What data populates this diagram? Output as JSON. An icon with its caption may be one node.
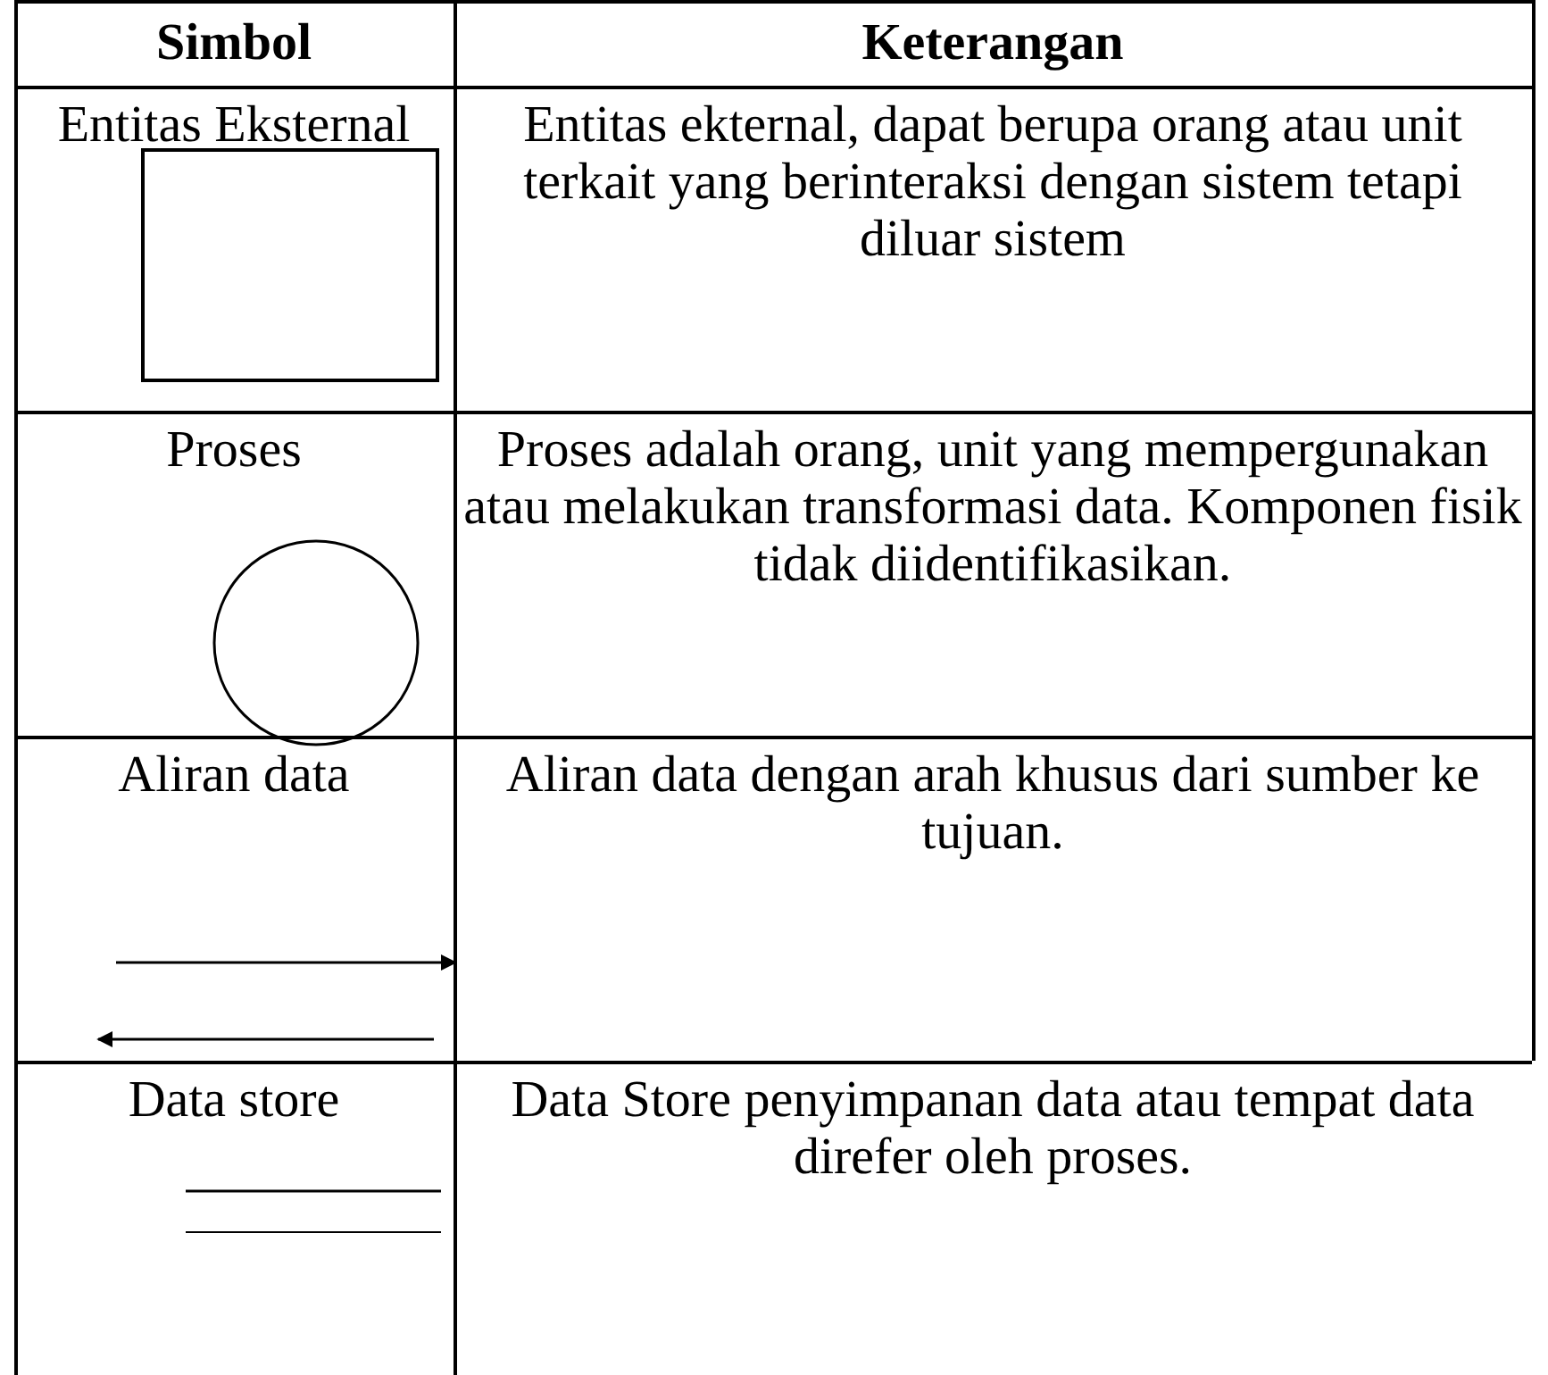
{
  "diagram": {
    "nodes": [
      {
        "text": [],
        "shape": "box"
      },
      {
        "text": [],
        "shape": "circle"
      }
    ],
    "labels": [
      "Simbol",
      "Keterangan",
      "Entitas Eksternal",
      "Entitas ekternal, dapat berupa orang atau unit terkait yang berinteraksi dengan sistem tetapi diluar sistem",
      "Proses",
      "Proses adalah orang, unit yang mempergunakan atau melakukan transformasi data. Komponen fisik tidak diidentifikasikan.",
      "Aliran data",
      "Aliran data dengan arah khusus dari sumber ke tujuan.",
      "Data store",
      "Data Store penyimpanan data atau tempat data direfer oleh proses."
    ]
  }
}
